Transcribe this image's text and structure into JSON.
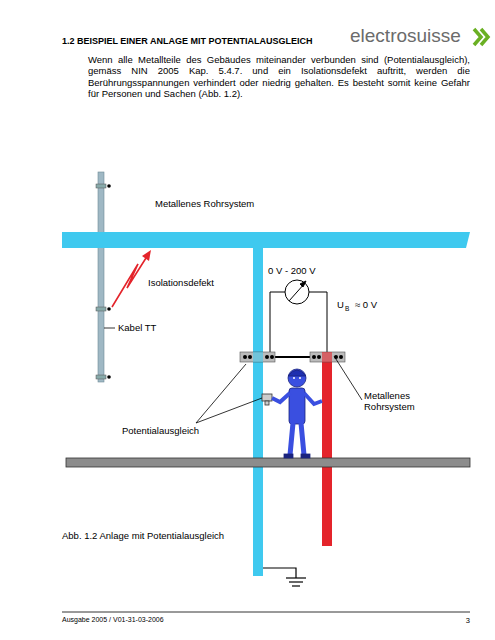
{
  "diagram": {
    "title": "1.2 BEISPIEL EINER ANLAGE MIT POTENTIALAUSGLEICH",
    "caption": "Abb. 1.2 Anlage mit Potentialausgleich",
    "labels": [
      "electrosuisse",
      "Wenn alle Metallteile des Gebäudes miteinander verbunden sind (Potentialausgleich), gemäss NIN 2005 Kap. 5.4.7. und ein Isolationsdefekt auftritt, werden die Berührungsspannungen verhindert oder niedrig gehalten. Es besteht somit keine Gefahr für Personen und Sachen (Abb. 1.2).",
      "Metallenes Rohrsystem",
      "Isolationsdefekt",
      "0 V - 200 V",
      "U",
      "B",
      "≈ 0 V",
      "Kabel TT",
      "Potentialausgleich",
      "Metallenes Rohrsystem",
      "Ausgabe 2005 / V01-31-03-2006",
      "3"
    ]
  }
}
